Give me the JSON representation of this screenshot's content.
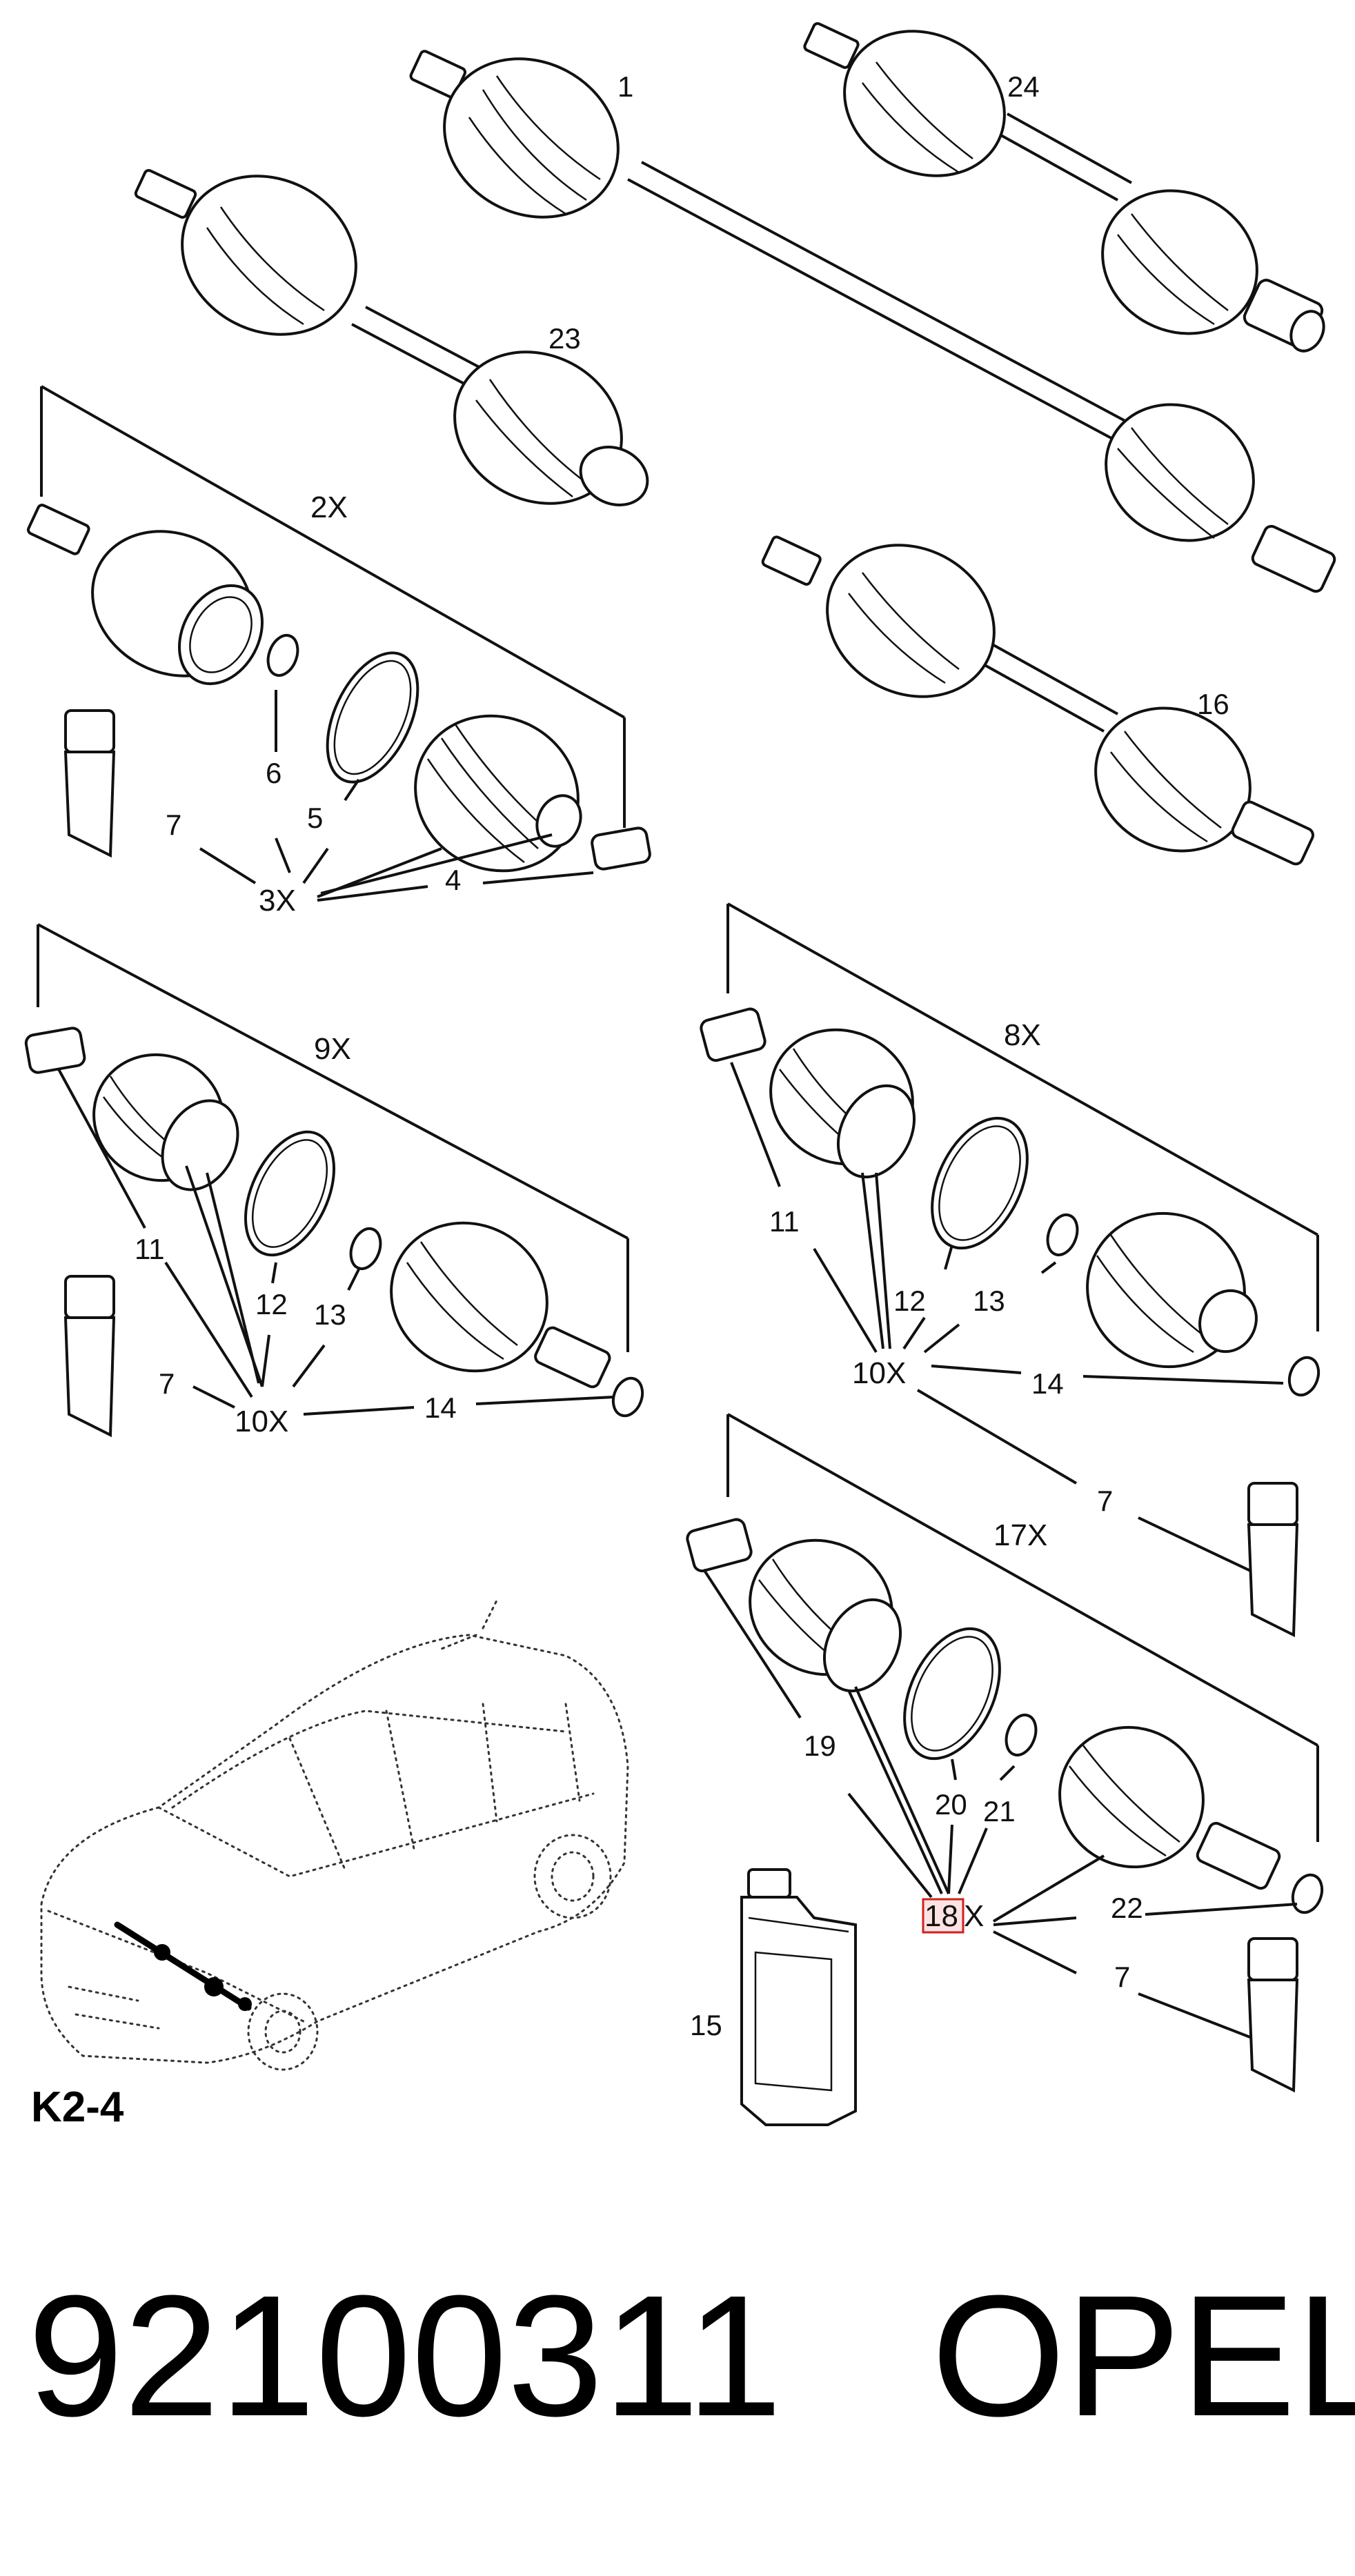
{
  "diagram": {
    "group_ref": "K2-4",
    "highlighted_callout": "18",
    "highlight_color": "#d02020",
    "callouts": {
      "c1": "1",
      "c24": "24",
      "c23": "23",
      "c16": "16",
      "c2x": "2X",
      "c6": "6",
      "c5": "5",
      "c7a": "7",
      "c3x": "3X",
      "c4": "4",
      "c9x": "9X",
      "c11a": "11",
      "c12a": "12",
      "c13a": "13",
      "c7b": "7",
      "c10xa": "10X",
      "c14a": "14",
      "c8x": "8X",
      "c11b": "11",
      "c12b": "12",
      "c13b": "13",
      "c10xb": "10X",
      "c14b": "14",
      "c7c": "7",
      "c17x": "17X",
      "c19": "19",
      "c20": "20",
      "c21": "21",
      "c18": "18",
      "c18x": "X",
      "c22": "22",
      "c7d": "7",
      "c15": "15"
    }
  },
  "footer": {
    "part_number": "92100311",
    "brand": "OPEL"
  }
}
